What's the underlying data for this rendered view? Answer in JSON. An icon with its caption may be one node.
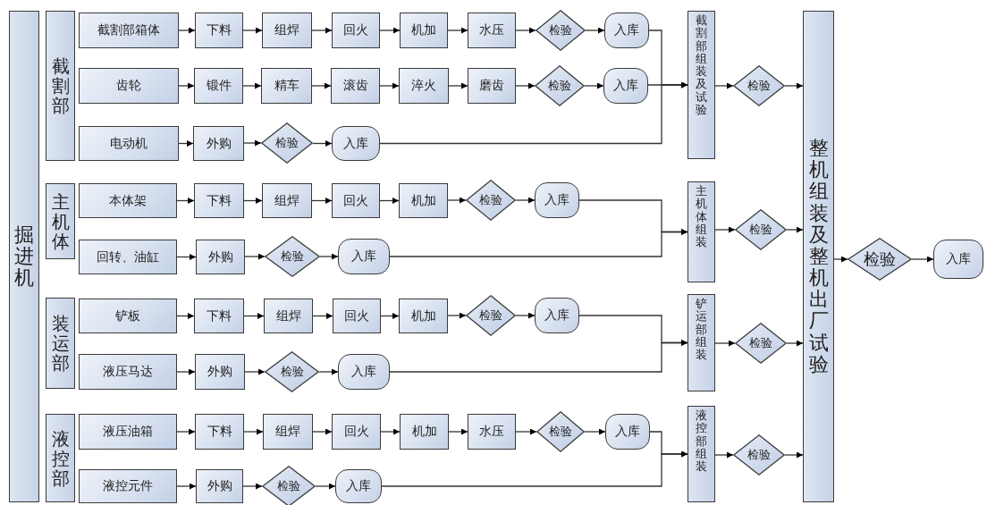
{
  "diagram": {
    "nodes": [
      {
        "text": [
          "掘进机"
        ]
      },
      {
        "text": [
          "截割部"
        ]
      },
      {
        "text": [
          "截割部箱体"
        ]
      },
      {
        "text": [
          "下料"
        ]
      },
      {
        "text": [
          "组焊"
        ]
      },
      {
        "text": [
          "回火"
        ]
      },
      {
        "text": [
          "机加"
        ]
      },
      {
        "text": [
          "水压"
        ]
      },
      {
        "text": [
          "检验"
        ]
      },
      {
        "text": [
          "入库"
        ]
      },
      {
        "text": [
          "齿轮"
        ]
      },
      {
        "text": [
          "锻件"
        ]
      },
      {
        "text": [
          "精车"
        ]
      },
      {
        "text": [
          "滚齿"
        ]
      },
      {
        "text": [
          "淬火"
        ]
      },
      {
        "text": [
          "磨齿"
        ]
      },
      {
        "text": [
          "检验"
        ]
      },
      {
        "text": [
          "入库"
        ]
      },
      {
        "text": [
          "电动机"
        ]
      },
      {
        "text": [
          "外购"
        ]
      },
      {
        "text": [
          "检验"
        ]
      },
      {
        "text": [
          "入库"
        ]
      },
      {
        "text": [
          "截割部组装及试验"
        ]
      },
      {
        "text": [
          "检验"
        ]
      },
      {
        "text": [
          "主机体"
        ]
      },
      {
        "text": [
          "本体架"
        ]
      },
      {
        "text": [
          "下料"
        ]
      },
      {
        "text": [
          "组焊"
        ]
      },
      {
        "text": [
          "回火"
        ]
      },
      {
        "text": [
          "机加"
        ]
      },
      {
        "text": [
          "检验"
        ]
      },
      {
        "text": [
          "入库"
        ]
      },
      {
        "text": [
          "回转、油缸"
        ]
      },
      {
        "text": [
          "外购"
        ]
      },
      {
        "text": [
          "检验"
        ]
      },
      {
        "text": [
          "入库"
        ]
      },
      {
        "text": [
          "主机体组装"
        ]
      },
      {
        "text": [
          "检验"
        ]
      },
      {
        "text": [
          "装运部"
        ]
      },
      {
        "text": [
          "铲板"
        ]
      },
      {
        "text": [
          "下料"
        ]
      },
      {
        "text": [
          "组焊"
        ]
      },
      {
        "text": [
          "回火"
        ]
      },
      {
        "text": [
          "机加"
        ]
      },
      {
        "text": [
          "检验"
        ]
      },
      {
        "text": [
          "入库"
        ]
      },
      {
        "text": [
          "液压马达"
        ]
      },
      {
        "text": [
          "外购"
        ]
      },
      {
        "text": [
          "检验"
        ]
      },
      {
        "text": [
          "入库"
        ]
      },
      {
        "text": [
          "铲运部组装"
        ]
      },
      {
        "text": [
          "检验"
        ]
      },
      {
        "text": [
          "液控部"
        ]
      },
      {
        "text": [
          "液压油箱"
        ]
      },
      {
        "text": [
          "下料"
        ]
      },
      {
        "text": [
          "组焊"
        ]
      },
      {
        "text": [
          "回火"
        ]
      },
      {
        "text": [
          "机加"
        ]
      },
      {
        "text": [
          "水压"
        ]
      },
      {
        "text": [
          "检验"
        ]
      },
      {
        "text": [
          "入库"
        ]
      },
      {
        "text": [
          "液控元件"
        ]
      },
      {
        "text": [
          "外购"
        ]
      },
      {
        "text": [
          "检验"
        ]
      },
      {
        "text": [
          "入库"
        ]
      },
      {
        "text": [
          "液控部组装"
        ]
      },
      {
        "text": [
          "检验"
        ]
      },
      {
        "text": [
          "整机组装及整机出厂试验"
        ]
      },
      {
        "text": [
          "检验"
        ]
      },
      {
        "text": [
          "入库"
        ]
      }
    ],
    "edges": [
      {
        "from": 2,
        "to": 3,
        "arrow": "to"
      },
      {
        "from": 3,
        "to": 4,
        "arrow": "to"
      },
      {
        "from": 4,
        "to": 5,
        "arrow": "to"
      },
      {
        "from": 5,
        "to": 6,
        "arrow": "to"
      },
      {
        "from": 6,
        "to": 7,
        "arrow": "to"
      },
      {
        "from": 7,
        "to": 8,
        "arrow": "to"
      },
      {
        "from": 8,
        "to": 9,
        "arrow": "to"
      },
      {
        "from": 10,
        "to": 11,
        "arrow": "to"
      },
      {
        "from": 11,
        "to": 12,
        "arrow": "to"
      },
      {
        "from": 12,
        "to": 13,
        "arrow": "to"
      },
      {
        "from": 13,
        "to": 14,
        "arrow": "to"
      },
      {
        "from": 14,
        "to": 15,
        "arrow": "to"
      },
      {
        "from": 15,
        "to": 16,
        "arrow": "to"
      },
      {
        "from": 16,
        "to": 17,
        "arrow": "to"
      },
      {
        "from": 18,
        "to": 19,
        "arrow": "to"
      },
      {
        "from": 19,
        "to": 20,
        "arrow": "to"
      },
      {
        "from": 20,
        "to": 21,
        "arrow": "to"
      },
      {
        "from": 9,
        "to": 22,
        "arrow": "to"
      },
      {
        "from": 17,
        "to": 22,
        "arrow": "to"
      },
      {
        "from": 21,
        "to": 22,
        "arrow": "to"
      },
      {
        "from": 22,
        "to": 23,
        "arrow": "to"
      },
      {
        "from": 23,
        "to": 67,
        "arrow": "to"
      },
      {
        "from": 25,
        "to": 26,
        "arrow": "to"
      },
      {
        "from": 26,
        "to": 27,
        "arrow": "to"
      },
      {
        "from": 27,
        "to": 28,
        "arrow": "to"
      },
      {
        "from": 28,
        "to": 29,
        "arrow": "to"
      },
      {
        "from": 29,
        "to": 30,
        "arrow": "to"
      },
      {
        "from": 30,
        "to": 31,
        "arrow": "to"
      },
      {
        "from": 32,
        "to": 33,
        "arrow": "to"
      },
      {
        "from": 33,
        "to": 34,
        "arrow": "to"
      },
      {
        "from": 34,
        "to": 35,
        "arrow": "to"
      },
      {
        "from": 31,
        "to": 36,
        "arrow": "to"
      },
      {
        "from": 35,
        "to": 36,
        "arrow": "to"
      },
      {
        "from": 36,
        "to": 37,
        "arrow": "to"
      },
      {
        "from": 37,
        "to": 67,
        "arrow": "to"
      },
      {
        "from": 39,
        "to": 40,
        "arrow": "to"
      },
      {
        "from": 40,
        "to": 41,
        "arrow": "to"
      },
      {
        "from": 41,
        "to": 42,
        "arrow": "to"
      },
      {
        "from": 42,
        "to": 43,
        "arrow": "to"
      },
      {
        "from": 43,
        "to": 44,
        "arrow": "to"
      },
      {
        "from": 44,
        "to": 45,
        "arrow": "to"
      },
      {
        "from": 46,
        "to": 47,
        "arrow": "to"
      },
      {
        "from": 47,
        "to": 48,
        "arrow": "to"
      },
      {
        "from": 48,
        "to": 49,
        "arrow": "to"
      },
      {
        "from": 45,
        "to": 50,
        "arrow": "to"
      },
      {
        "from": 49,
        "to": 50,
        "arrow": "to"
      },
      {
        "from": 50,
        "to": 51,
        "arrow": "to"
      },
      {
        "from": 51,
        "to": 67,
        "arrow": "to"
      },
      {
        "from": 53,
        "to": 54,
        "arrow": "to"
      },
      {
        "from": 54,
        "to": 55,
        "arrow": "to"
      },
      {
        "from": 55,
        "to": 56,
        "arrow": "to"
      },
      {
        "from": 56,
        "to": 57,
        "arrow": "to"
      },
      {
        "from": 57,
        "to": 58,
        "arrow": "to"
      },
      {
        "from": 58,
        "to": 59,
        "arrow": "to"
      },
      {
        "from": 59,
        "to": 60,
        "arrow": "to"
      },
      {
        "from": 61,
        "to": 62,
        "arrow": "to"
      },
      {
        "from": 62,
        "to": 63,
        "arrow": "to"
      },
      {
        "from": 63,
        "to": 64,
        "arrow": "to"
      },
      {
        "from": 60,
        "to": 65,
        "arrow": "to"
      },
      {
        "from": 64,
        "to": 65,
        "arrow": "to"
      },
      {
        "from": 65,
        "to": 66,
        "arrow": "to"
      },
      {
        "from": 66,
        "to": 67,
        "arrow": "to"
      },
      {
        "from": 67,
        "to": 68,
        "arrow": "to"
      },
      {
        "from": 68,
        "to": 69,
        "arrow": "to"
      }
    ]
  }
}
